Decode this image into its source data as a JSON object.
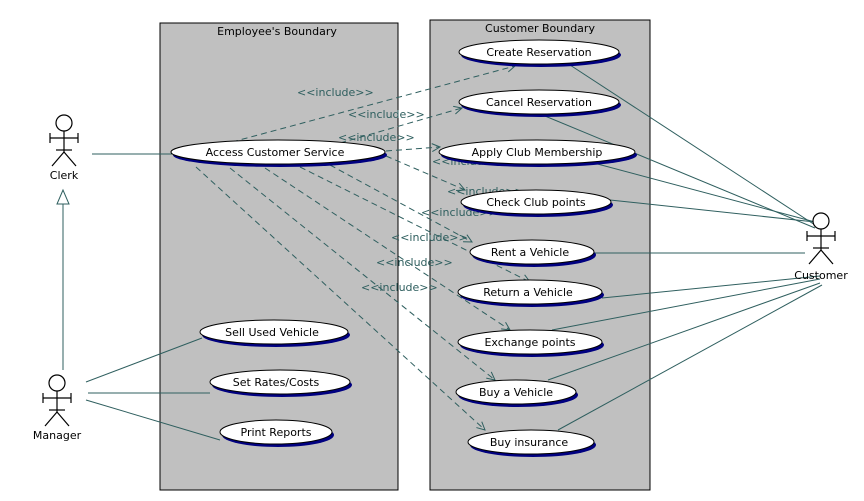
{
  "boundaries": {
    "employee": "Employee's Boundary",
    "customer": "Customer Boundary"
  },
  "actors": {
    "clerk": "Clerk",
    "manager": "Manager",
    "customer": "Customer"
  },
  "use_cases": {
    "access_customer_service": "Access Customer  Service",
    "create_reservation": "Create Reservation",
    "cancel_reservation": "Cancel Reservation",
    "apply_club_membership": "Apply Club Membership",
    "check_club_points": "Check Club points",
    "rent_vehicle": "Rent a Vehicle",
    "return_vehicle": "Return a Vehicle",
    "exchange_points": "Exchange points",
    "buy_vehicle": "Buy a Vehicle",
    "buy_insurance": "Buy insurance",
    "sell_used_vehicle": "Sell Used Vehicle",
    "set_rates_costs": "Set Rates/Costs",
    "print_reports": "Print Reports"
  },
  "include_label": "<<include>>",
  "colors": {
    "boundary_fill": "#c0c0c0",
    "line": "#2f5f5f",
    "usecase_shadow": "#000080"
  }
}
